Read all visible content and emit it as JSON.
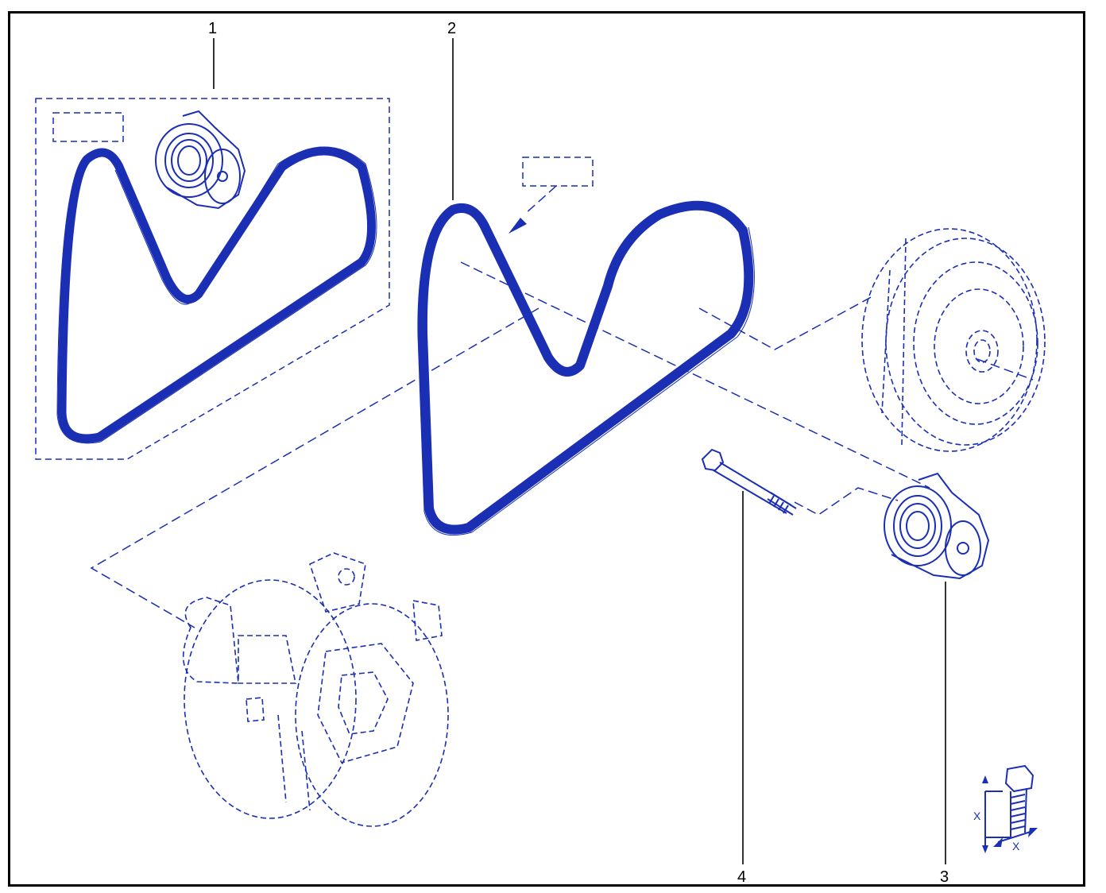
{
  "callouts": {
    "c1": "1",
    "c2": "2",
    "c3": "3",
    "c4": "4"
  },
  "torque_symbol": {
    "dim_left": "X",
    "dim_right": "X"
  },
  "colors": {
    "line": "#1a2fb3",
    "frame": "#000000"
  },
  "icons": [
    "drive-belt",
    "belt-tensioner",
    "bolt",
    "crankshaft-pulley",
    "alternator",
    "torque-bolt-symbol"
  ]
}
